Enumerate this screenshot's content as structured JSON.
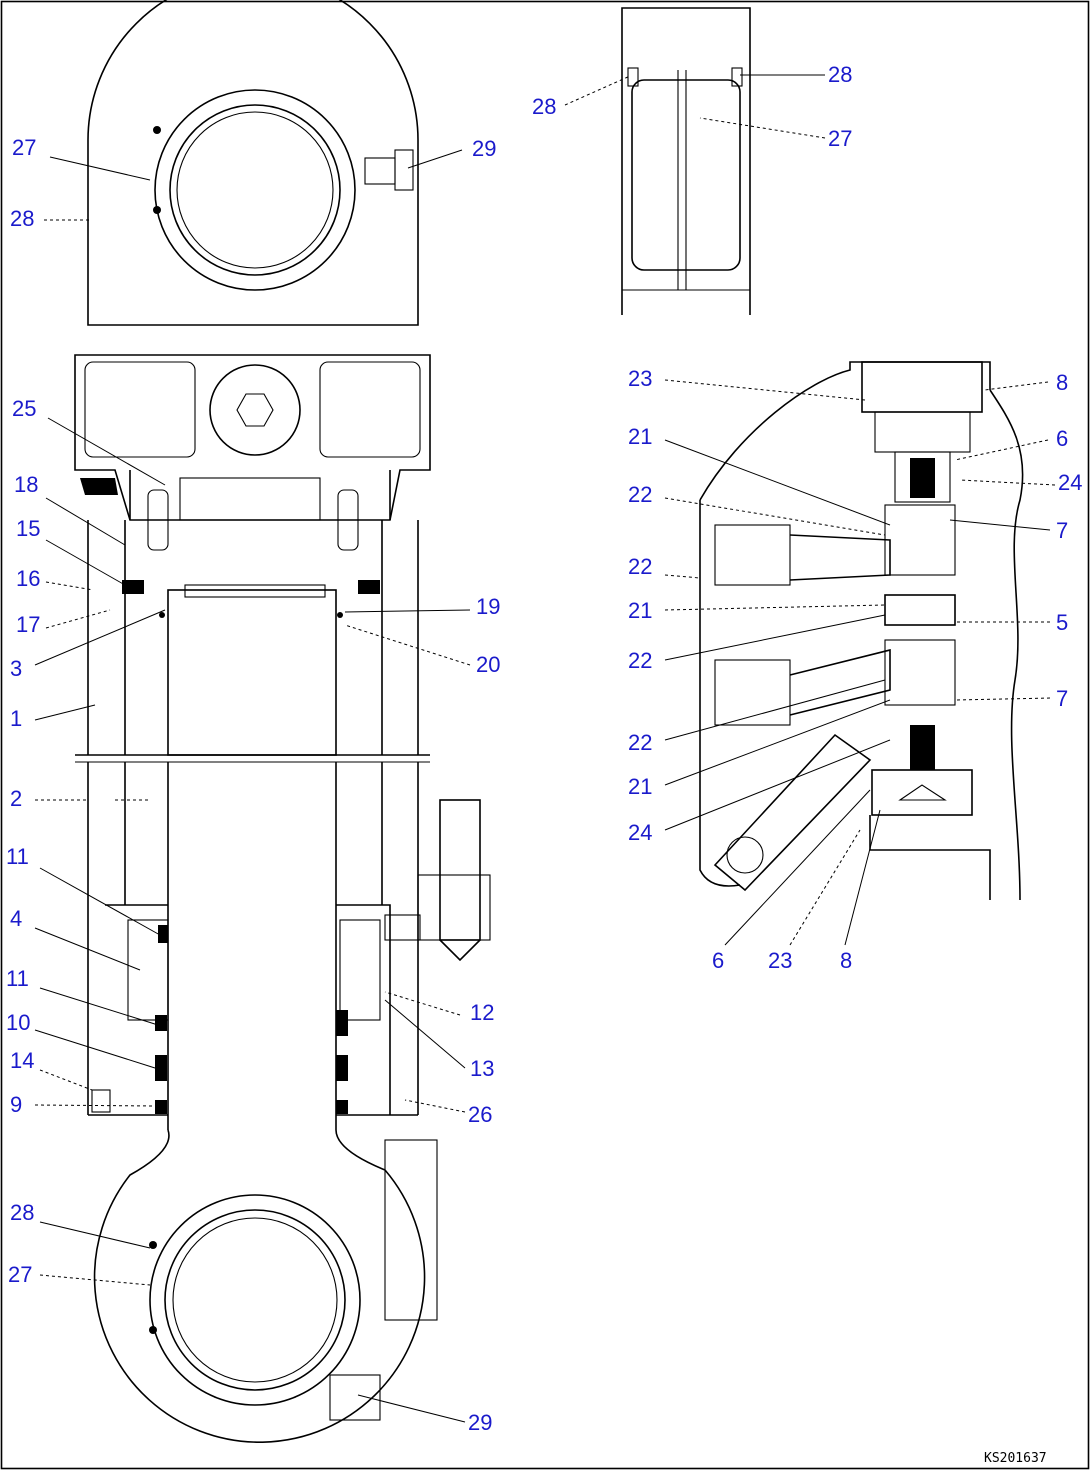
{
  "drawing_code": "KS201637",
  "callouts": {
    "main": {
      "l27_top": "27",
      "l28_top": "28",
      "l29_top": "29",
      "l25": "25",
      "l18": "18",
      "l15": "15",
      "l16": "16",
      "l17": "17",
      "l3": "3",
      "l1": "1",
      "l19": "19",
      "l20": "20",
      "l2": "2",
      "l11_a": "11",
      "l4": "4",
      "l11_b": "11",
      "l10": "10",
      "l14": "14",
      "l9": "9",
      "l12": "12",
      "l13": "13",
      "l26": "26",
      "l28_bot": "28",
      "l27_bot": "27",
      "l29_bot": "29"
    },
    "inset_bushing": {
      "l28_left": "28",
      "l28_right": "28",
      "l27": "27"
    },
    "inset_valve": {
      "l23_top": "23",
      "l8_top": "8",
      "l21_a": "21",
      "l6_top": "6",
      "l22_a": "22",
      "l24_top": "24",
      "l7_a": "7",
      "l22_b": "22",
      "l21_b": "21",
      "l5": "5",
      "l22_c": "22",
      "l7_b": "7",
      "l22_d": "22",
      "l21_c": "21",
      "l24_bot": "24",
      "l6_bot": "6",
      "l23_bot": "23",
      "l8_bot": "8"
    }
  }
}
